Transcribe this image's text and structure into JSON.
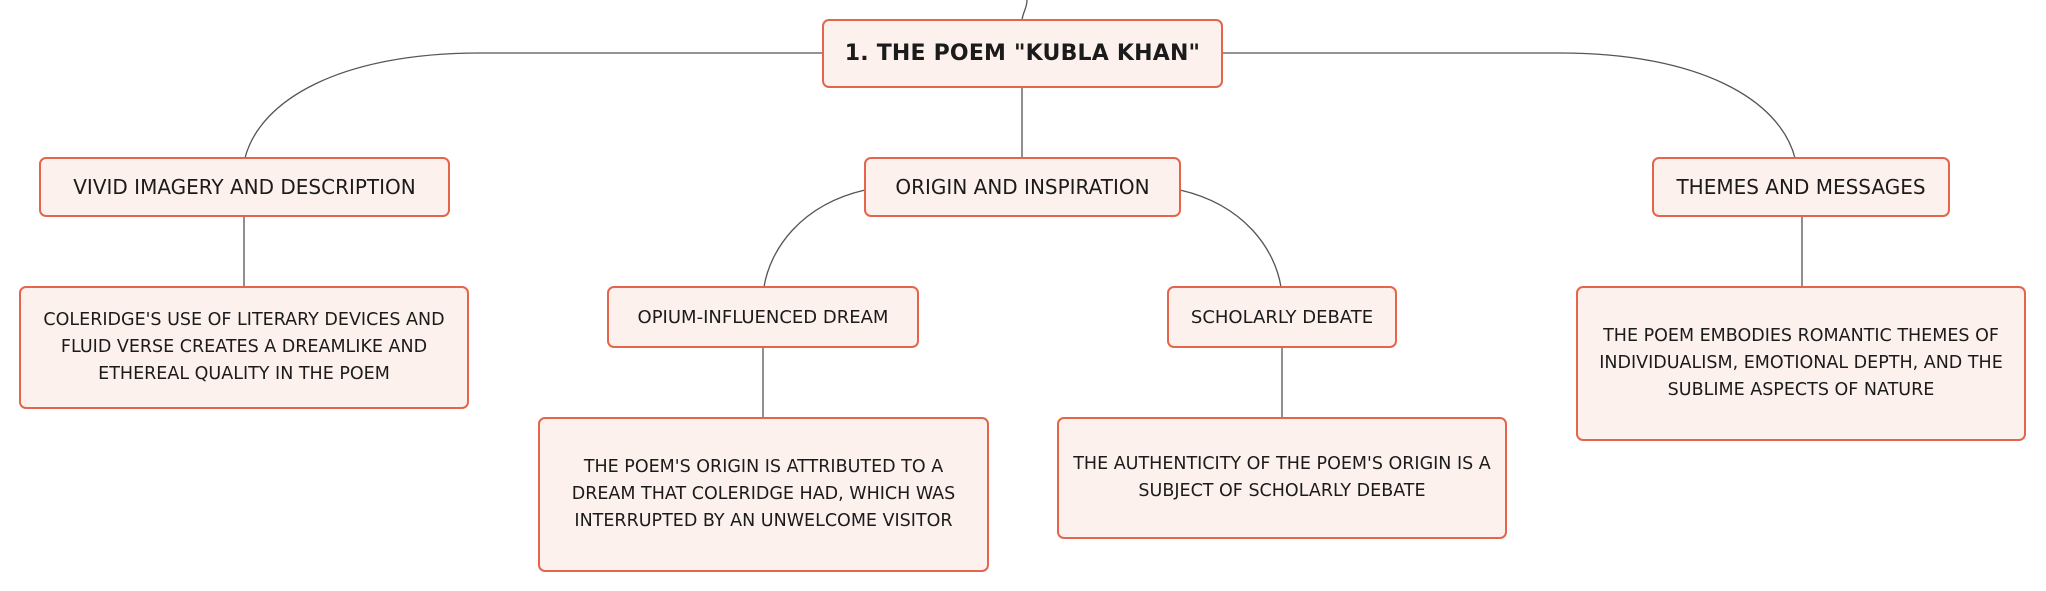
{
  "diagram": {
    "type": "mind-map",
    "colors": {
      "node_fill": "#fdf1ee",
      "node_border": "#e4654c",
      "connector": "#555555",
      "text": "#1b1b1b"
    },
    "root": {
      "label": "1. THE POEM \"KUBLA KHAN\""
    },
    "branches": {
      "imagery": {
        "label": "VIVID IMAGERY AND DESCRIPTION",
        "detail": "COLERIDGE'S USE OF LITERARY DEVICES AND FLUID VERSE CREATES A DREAMLIKE AND ETHEREAL QUALITY IN THE POEM"
      },
      "origin": {
        "label": "ORIGIN AND INSPIRATION",
        "children": {
          "opium": {
            "label": "OPIUM-INFLUENCED DREAM",
            "detail": "THE POEM'S ORIGIN IS ATTRIBUTED TO A DREAM THAT COLERIDGE HAD, WHICH WAS INTERRUPTED BY AN UNWELCOME VISITOR"
          },
          "debate": {
            "label": "SCHOLARLY DEBATE",
            "detail": "THE AUTHENTICITY OF THE POEM'S ORIGIN IS A SUBJECT OF SCHOLARLY DEBATE"
          }
        }
      },
      "themes": {
        "label": "THEMES AND MESSAGES",
        "detail": "THE POEM EMBODIES ROMANTIC THEMES OF INDIVIDUALISM, EMOTIONAL DEPTH, AND THE SUBLIME ASPECTS OF NATURE"
      }
    }
  }
}
